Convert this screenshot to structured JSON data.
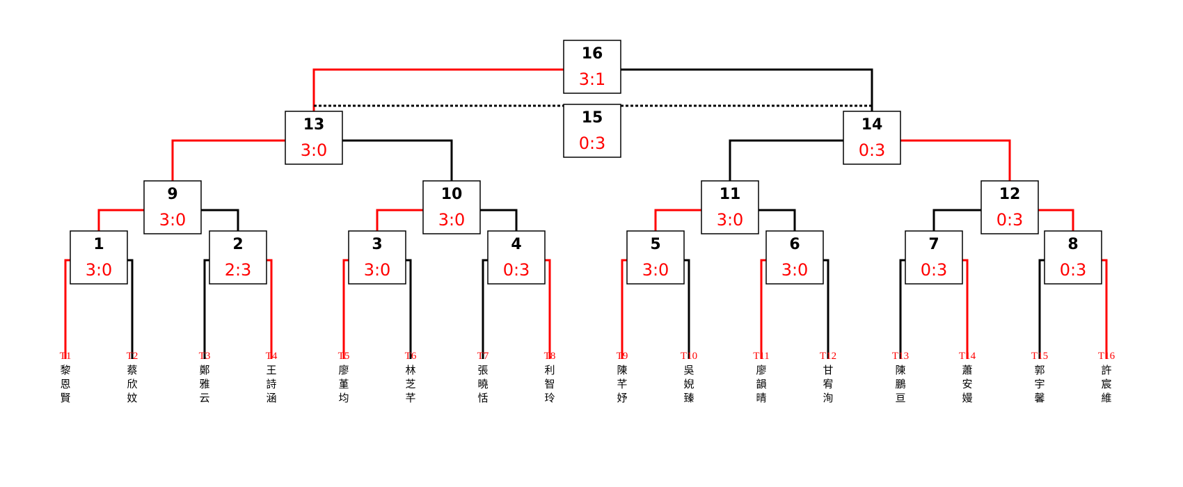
{
  "bracket": {
    "colors": {
      "winner": "#ff0000",
      "loser": "#000000",
      "box_border": "#000000",
      "score": "#ff0000",
      "team_code": "#ff0000"
    },
    "matches": [
      {
        "id": "1",
        "score": "3:0",
        "winner": "left"
      },
      {
        "id": "2",
        "score": "2:3",
        "winner": "right"
      },
      {
        "id": "3",
        "score": "3:0",
        "winner": "left"
      },
      {
        "id": "4",
        "score": "0:3",
        "winner": "right"
      },
      {
        "id": "5",
        "score": "3:0",
        "winner": "left"
      },
      {
        "id": "6",
        "score": "3:0",
        "winner": "left"
      },
      {
        "id": "7",
        "score": "0:3",
        "winner": "right"
      },
      {
        "id": "8",
        "score": "0:3",
        "winner": "right"
      },
      {
        "id": "9",
        "score": "3:0",
        "winner": "left"
      },
      {
        "id": "10",
        "score": "3:0",
        "winner": "left"
      },
      {
        "id": "11",
        "score": "3:0",
        "winner": "left"
      },
      {
        "id": "12",
        "score": "0:3",
        "winner": "right"
      },
      {
        "id": "13",
        "score": "3:0",
        "winner": "left"
      },
      {
        "id": "14",
        "score": "0:3",
        "winner": "right"
      },
      {
        "id": "15",
        "score": "0:3",
        "winner": "right"
      },
      {
        "id": "16",
        "score": "3:1",
        "winner": "left"
      }
    ],
    "players": [
      {
        "code": "T1",
        "name": "黎恩賢"
      },
      {
        "code": "T2",
        "name": "蔡欣妏"
      },
      {
        "code": "T3",
        "name": "鄭雅云"
      },
      {
        "code": "T4",
        "name": "王詩涵"
      },
      {
        "code": "T5",
        "name": "廖堇均"
      },
      {
        "code": "T6",
        "name": "林芝芊"
      },
      {
        "code": "T7",
        "name": "張曉恬"
      },
      {
        "code": "T8",
        "name": "利智玲"
      },
      {
        "code": "T9",
        "name": "陳芊妤"
      },
      {
        "code": "T10",
        "name": "吳婗臻"
      },
      {
        "code": "T11",
        "name": "廖韻晴"
      },
      {
        "code": "T12",
        "name": "甘宥洵"
      },
      {
        "code": "T13",
        "name": "陳鵬亘"
      },
      {
        "code": "T14",
        "name": "蕭安嫚"
      },
      {
        "code": "T15",
        "name": "郭宇馨"
      },
      {
        "code": "T16",
        "name": "許宸維"
      }
    ]
  }
}
